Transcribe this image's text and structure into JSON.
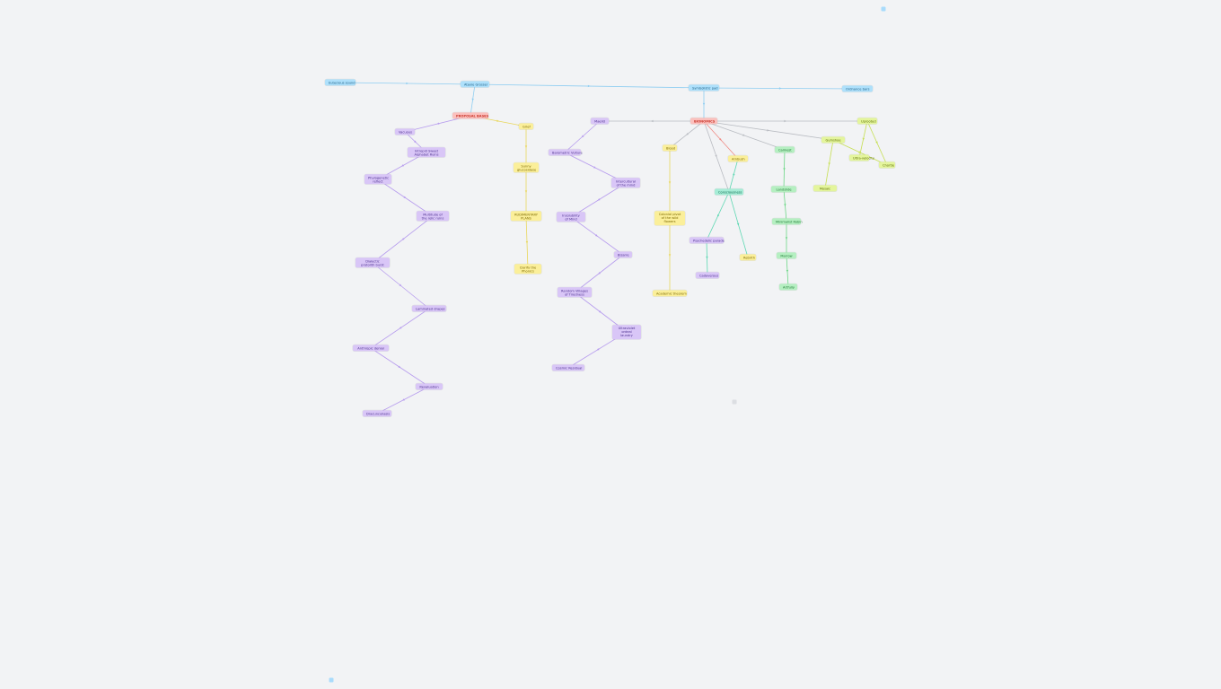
{
  "colors": {
    "blue": "#8ecdf1",
    "red": "#f08b85",
    "purple": "#b79cee",
    "yellow": "#e9d75c",
    "teal": "#5fd8b3",
    "green": "#6dd787",
    "lime": "#c6df53",
    "gray": "#b9bcc2"
  },
  "nodes": [
    {
      "id": "n1",
      "label": "Eutecious sound",
      "color": "blue"
    },
    {
      "id": "n2",
      "label": "Ataxie Grosser",
      "color": "blue"
    },
    {
      "id": "n3",
      "label": "Symbolistic pad",
      "color": "blue"
    },
    {
      "id": "n4",
      "label": "Ordnance bars",
      "color": "blue"
    },
    {
      "id": "n5",
      "label": "PROPOSAL BASES",
      "color": "red"
    },
    {
      "id": "n6",
      "label": "BIONOMICS",
      "color": "red"
    },
    {
      "id": "p1",
      "label": "Vacuous",
      "color": "purple"
    },
    {
      "id": "p2",
      "label": "Intrepid Sweet Alphabet Ruins",
      "color": "purple"
    },
    {
      "id": "p3",
      "label": "Phylogenetic reflect",
      "color": "purple"
    },
    {
      "id": "p4",
      "label": "Multitude of the relic ruins",
      "color": "purple"
    },
    {
      "id": "p5",
      "label": "Dialectic protolith burst",
      "color": "purple"
    },
    {
      "id": "p6",
      "label": "Laminated drapes",
      "color": "purple"
    },
    {
      "id": "p7",
      "label": "Anthropic denial",
      "color": "purple"
    },
    {
      "id": "p8",
      "label": "Revaluation",
      "color": "purple"
    },
    {
      "id": "p9",
      "label": "Dracunculiasis",
      "color": "purple"
    },
    {
      "id": "y1",
      "label": "Grief",
      "color": "yellow"
    },
    {
      "id": "y2",
      "label": "Sunny glucosidase",
      "color": "yellow"
    },
    {
      "id": "y3",
      "label": "RUDIMENTARY PLANS",
      "color": "yellow"
    },
    {
      "id": "y4",
      "label": "Clarify the Phonics",
      "color": "yellow"
    },
    {
      "id": "q1",
      "label": "Maelid",
      "color": "purple"
    },
    {
      "id": "q2",
      "label": "Barometric Vulture",
      "color": "purple"
    },
    {
      "id": "q3",
      "label": "Intercultural of the mind",
      "color": "purple"
    },
    {
      "id": "q4",
      "label": "Insolubility of Mind",
      "color": "purple"
    },
    {
      "id": "q5",
      "label": "Bizarre",
      "color": "purple"
    },
    {
      "id": "q6",
      "label": "Random Villages of Tiredness",
      "color": "purple"
    },
    {
      "id": "q7",
      "label": "Ultraviolet ordeal laundry",
      "color": "purple"
    },
    {
      "id": "q8",
      "label": "Cosmic Residual",
      "color": "purple"
    },
    {
      "id": "y5",
      "label": "Blood",
      "color": "yellow"
    },
    {
      "id": "y6",
      "label": "Colonial pivot of the wild flowers",
      "color": "yellow"
    },
    {
      "id": "y7",
      "label": "Academic theorem",
      "color": "yellow"
    },
    {
      "id": "y8",
      "label": "Ambush",
      "color": "yellow"
    },
    {
      "id": "y9",
      "label": "Rebirth",
      "color": "yellow"
    },
    {
      "id": "t1",
      "label": "Consciousness",
      "color": "teal"
    },
    {
      "id": "r1",
      "label": "Psychedelic parade",
      "color": "purple"
    },
    {
      "id": "r2",
      "label": "Cadaverous",
      "color": "purple"
    },
    {
      "id": "g1",
      "label": "Calmest",
      "color": "green"
    },
    {
      "id": "g2",
      "label": "Landslide",
      "color": "green"
    },
    {
      "id": "g3",
      "label": "Minimalist Robin",
      "color": "green"
    },
    {
      "id": "g4",
      "label": "Marrow",
      "color": "green"
    },
    {
      "id": "g5",
      "label": "Artfully",
      "color": "green"
    },
    {
      "id": "l1",
      "label": "Gumshoe",
      "color": "lime"
    },
    {
      "id": "l2",
      "label": "Uprooted",
      "color": "lime"
    },
    {
      "id": "l3",
      "label": "Ultra-velocity",
      "color": "lime"
    },
    {
      "id": "l4",
      "label": "Chortle",
      "color": "lime"
    },
    {
      "id": "l5",
      "label": "Mosaic",
      "color": "lime"
    }
  ],
  "edges": [
    {
      "from": "n1",
      "to": "n2",
      "color": "blue"
    },
    {
      "from": "n2",
      "to": "n3",
      "color": "blue"
    },
    {
      "from": "n3",
      "to": "n4",
      "color": "blue"
    },
    {
      "from": "n2",
      "to": "n5",
      "color": "blue"
    },
    {
      "from": "n3",
      "to": "n6",
      "color": "blue"
    },
    {
      "from": "n5",
      "to": "p1",
      "color": "purple"
    },
    {
      "from": "p1",
      "to": "p2",
      "color": "purple"
    },
    {
      "from": "p2",
      "to": "p3",
      "color": "purple"
    },
    {
      "from": "p3",
      "to": "p4",
      "color": "purple"
    },
    {
      "from": "p4",
      "to": "p5",
      "color": "purple"
    },
    {
      "from": "p5",
      "to": "p6",
      "color": "purple"
    },
    {
      "from": "p6",
      "to": "p7",
      "color": "purple"
    },
    {
      "from": "p7",
      "to": "p8",
      "color": "purple"
    },
    {
      "from": "p8",
      "to": "p9",
      "color": "purple"
    },
    {
      "from": "n5",
      "to": "y1",
      "color": "yellow"
    },
    {
      "from": "y1",
      "to": "y2",
      "color": "yellow"
    },
    {
      "from": "y2",
      "to": "y3",
      "color": "yellow"
    },
    {
      "from": "y3",
      "to": "y4",
      "color": "yellow"
    },
    {
      "from": "n6",
      "to": "q1",
      "color": "gray"
    },
    {
      "from": "q1",
      "to": "q2",
      "color": "purple"
    },
    {
      "from": "q2",
      "to": "q3",
      "color": "purple"
    },
    {
      "from": "q3",
      "to": "q4",
      "color": "purple"
    },
    {
      "from": "q4",
      "to": "q5",
      "color": "purple"
    },
    {
      "from": "q5",
      "to": "q6",
      "color": "purple"
    },
    {
      "from": "q6",
      "to": "q7",
      "color": "purple"
    },
    {
      "from": "q7",
      "to": "q8",
      "color": "purple"
    },
    {
      "from": "n6",
      "to": "y5",
      "color": "gray"
    },
    {
      "from": "y5",
      "to": "y6",
      "color": "yellow"
    },
    {
      "from": "y6",
      "to": "y7",
      "color": "yellow"
    },
    {
      "from": "n6",
      "to": "y8",
      "color": "red"
    },
    {
      "from": "y8",
      "to": "t1",
      "color": "teal"
    },
    {
      "from": "n6",
      "to": "t1",
      "color": "gray"
    },
    {
      "from": "t1",
      "to": "r1",
      "color": "teal"
    },
    {
      "from": "r1",
      "to": "r2",
      "color": "teal"
    },
    {
      "from": "t1",
      "to": "y9",
      "color": "teal"
    },
    {
      "from": "n6",
      "to": "g1",
      "color": "gray"
    },
    {
      "from": "g1",
      "to": "g2",
      "color": "green"
    },
    {
      "from": "g2",
      "to": "g3",
      "color": "green"
    },
    {
      "from": "g3",
      "to": "g4",
      "color": "green"
    },
    {
      "from": "g4",
      "to": "g5",
      "color": "green"
    },
    {
      "from": "n6",
      "to": "l1",
      "color": "gray"
    },
    {
      "from": "n6",
      "to": "l2",
      "color": "gray"
    },
    {
      "from": "l2",
      "to": "l3",
      "color": "lime"
    },
    {
      "from": "l2",
      "to": "l4",
      "color": "lime"
    },
    {
      "from": "l1",
      "to": "l4",
      "color": "lime"
    },
    {
      "from": "l1",
      "to": "l5",
      "color": "lime"
    }
  ]
}
